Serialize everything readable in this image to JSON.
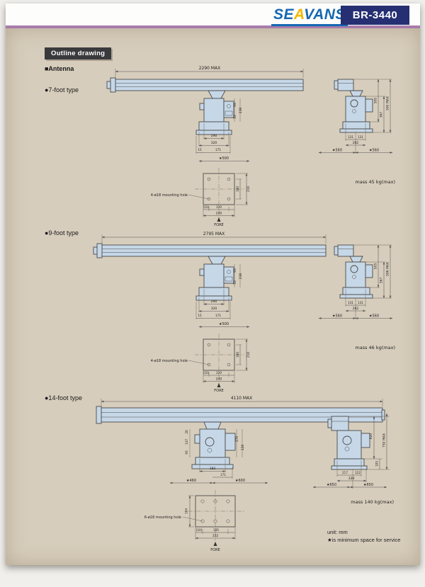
{
  "header": {
    "brand": "SEAVANS",
    "brand_se": "SE",
    "brand_a": "A",
    "brand_vans": "VANS",
    "model": "BR-3440"
  },
  "page": {
    "section_title": "Outline drawing",
    "antenna_label": "■Antenna",
    "unit_note": "unit: mm",
    "service_note": "★is minimum space for service"
  },
  "colors": {
    "brand_blue": "#1467b3",
    "brand_yellow": "#f4b800",
    "model_navy": "#252f72",
    "stripe_purple": "#a77cab",
    "page_beige": "#d7cdbc",
    "drawing_fill": "#c6d7e7"
  },
  "types": [
    {
      "label": "●7-foot type",
      "span": "2290 MAX",
      "front": {
        "r1": "95",
        "r2": "55",
        "r3": "236",
        "w1": "290",
        "w2": "320",
        "w3": "15",
        "w4": "171",
        "svc": "★500"
      },
      "plan": {
        "note": "4-ø18 mounting hole",
        "v1": "100",
        "v2": "210",
        "b1": "(10)",
        "b2": "120",
        "b3": "240",
        "fore": "FORE"
      },
      "side": {
        "v1": "500",
        "v2": "367",
        "v3": "590 MAX",
        "b1": "131",
        "b2": "131",
        "b3": "262",
        "s1": "★560",
        "s2": "★560"
      },
      "mass": "mass 45 kg(max)"
    },
    {
      "label": "●9-foot type",
      "span": "2795 MAX",
      "front": {
        "r1": "95",
        "r2": "55",
        "r3": "236",
        "w1": "290",
        "w2": "320",
        "w3": "15",
        "w4": "171",
        "svc": "★500"
      },
      "plan": {
        "note": "4-ø18 mounting hole",
        "v1": "100",
        "v2": "210",
        "b1": "(10)",
        "b2": "120",
        "b3": "240",
        "fore": "FORE"
      },
      "side": {
        "v1": "505",
        "v2": "367",
        "v3": "596 MAX",
        "b1": "131",
        "b2": "131",
        "b3": "262",
        "s1": "★560",
        "s2": "★560"
      },
      "mass": "mass 46 kg(max)"
    },
    {
      "label": "●14-foot type",
      "span": "4110 MAX",
      "front": {
        "l1": "20",
        "l2": "147",
        "l3": "93",
        "r1": "370",
        "r2": "126",
        "w1": "183",
        "w2": "171",
        "svc1": "★460",
        "svc2": "★600"
      },
      "plan": {
        "note": "6-ø18 mounting hole",
        "v1": "184",
        "b1": "(10)",
        "b2": "185",
        "b3": "332",
        "fore": "FORE"
      },
      "side": {
        "v1": "620",
        "v2": "105",
        "v3": "750 MAX",
        "b1": "217",
        "b2": "122",
        "b3": "339",
        "s1": "★650",
        "s2": "★650"
      },
      "mass": "mass 140 kg(max)"
    }
  ]
}
